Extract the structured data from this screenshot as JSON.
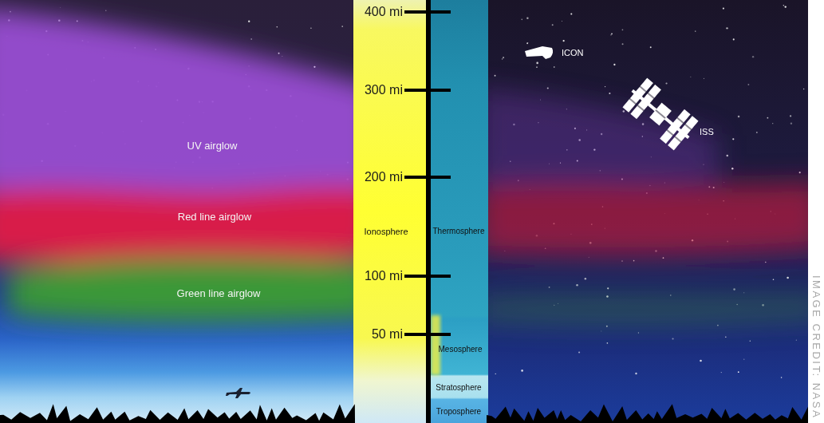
{
  "diagram": {
    "nodes": [
      {
        "text": [
          "UV airglow"
        ]
      },
      {
        "text": [
          "Red line airglow"
        ]
      },
      {
        "text": [
          "Green line airglow"
        ]
      },
      {
        "text": [
          "Ionosphere"
        ]
      },
      {
        "text": [
          "Thermosphere"
        ]
      },
      {
        "text": [
          "Mesosphere"
        ]
      },
      {
        "text": [
          "Stratosphere"
        ]
      },
      {
        "text": [
          "Troposphere"
        ]
      }
    ],
    "labels": [
      "400 mi",
      "300 mi",
      "200 mi",
      "100 mi",
      "50 mi",
      "ICON",
      "ISS",
      "IMAGE CREDIT: NASA"
    ]
  }
}
